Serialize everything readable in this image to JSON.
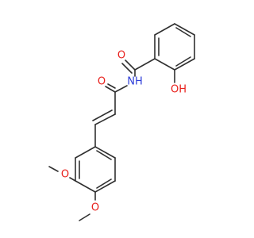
{
  "molecule": {
    "atoms": {
      "o_amide_top": "O",
      "o_hydroxyl": "OH",
      "n_amide": "NH",
      "o_acryl": "O",
      "o_methoxy_3": "O",
      "o_methoxy_4": "O"
    },
    "colors": {
      "bond": "#303030",
      "oxygen": "#e8201c",
      "nitrogen": "#2f3fd9",
      "background": "#ffffff"
    }
  }
}
